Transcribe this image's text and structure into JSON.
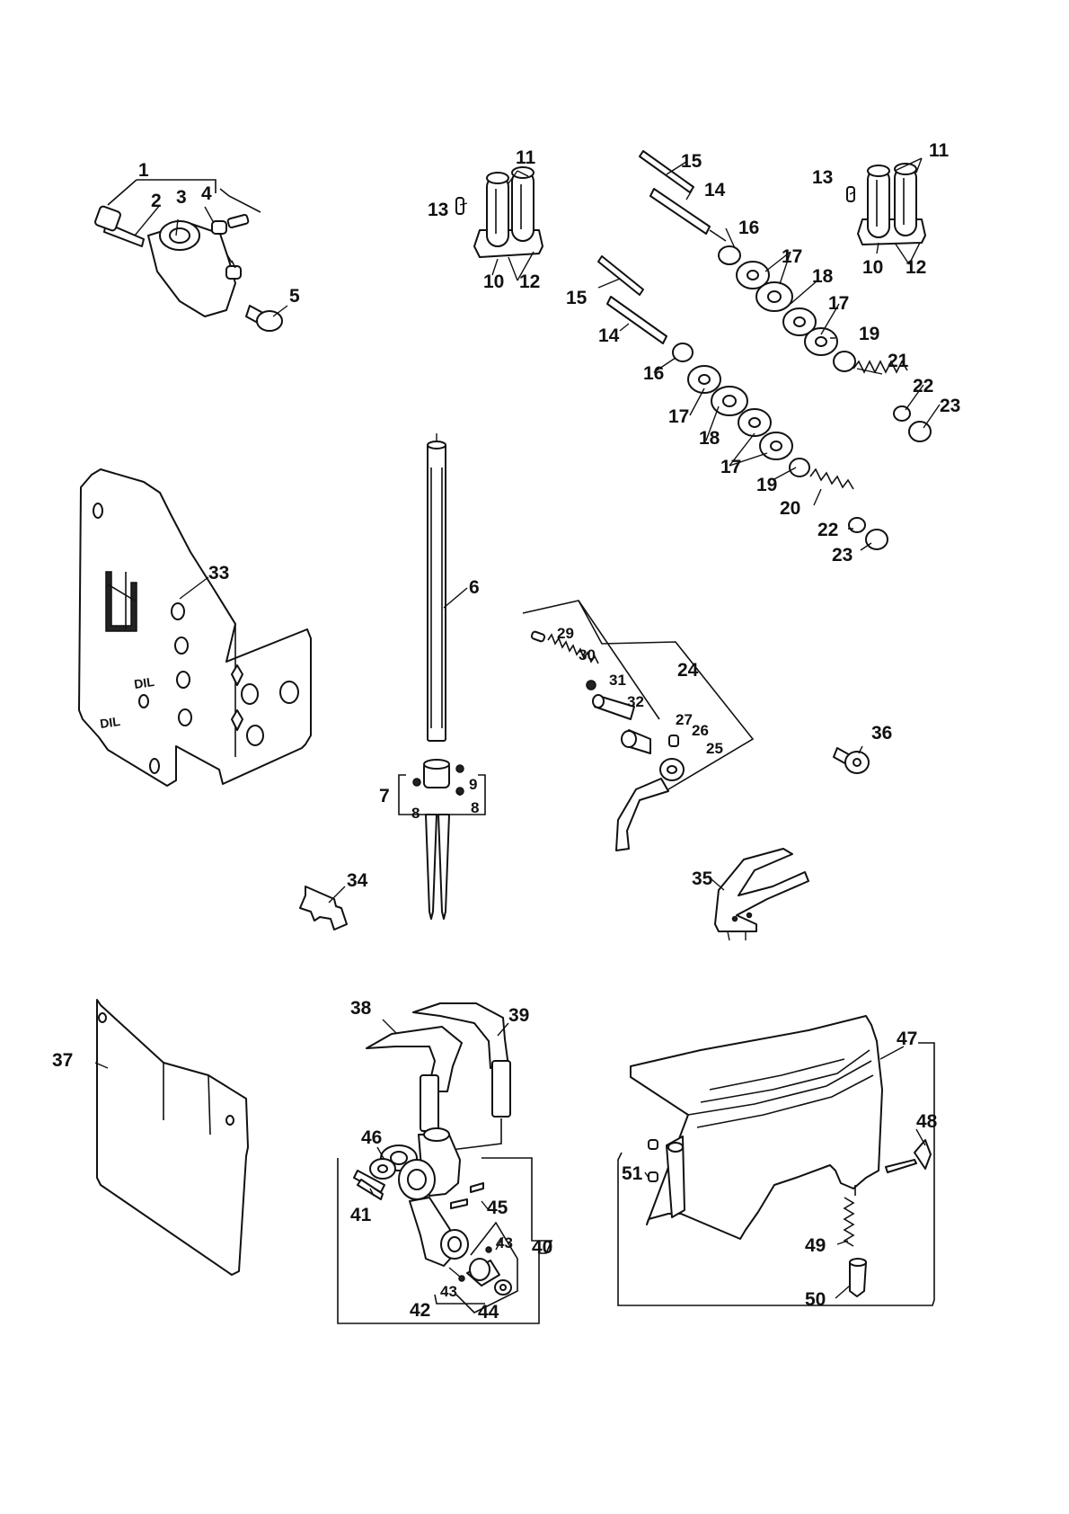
{
  "callouts": [
    "1",
    "2",
    "3",
    "4",
    "5",
    "6",
    "7",
    "8",
    "8",
    "9",
    "10",
    "11",
    "12",
    "13",
    "10",
    "11",
    "12",
    "13",
    "14",
    "15",
    "16",
    "17",
    "17",
    "18",
    "19",
    "20",
    "21",
    "22",
    "23",
    "14",
    "15",
    "16",
    "17",
    "17",
    "18",
    "19",
    "22",
    "23",
    "24",
    "25",
    "26",
    "27",
    "29",
    "30",
    "31",
    "32",
    "33",
    "34",
    "35",
    "36",
    "37",
    "38",
    "39",
    "40",
    "41",
    "42",
    "43",
    "43",
    "44",
    "45",
    "46",
    "47",
    "48",
    "49",
    "50",
    "51"
  ],
  "plate_marks": [
    "DIL",
    "DIL"
  ]
}
